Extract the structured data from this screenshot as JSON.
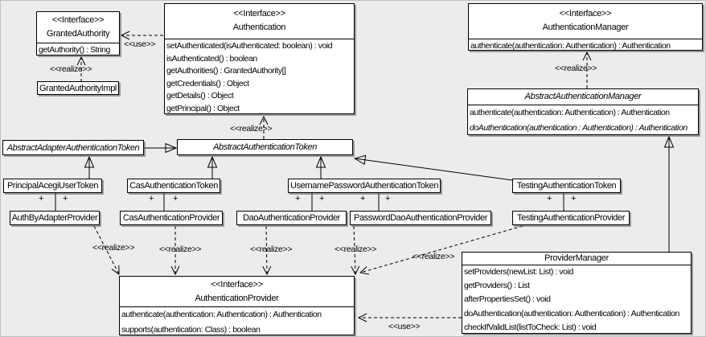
{
  "diagram": {
    "bg": "#ececec",
    "box_bg": "#ffffff",
    "line_color": "#000000",
    "labels": {
      "interface_stereotype": "<<Interface>>",
      "realize": "<<realize>>",
      "use": "<<use>>",
      "plus": "+"
    },
    "classes": {
      "granted_authority": {
        "stereotype": "<<Interface>>",
        "name": "GrantedAuthority",
        "methods": [
          "getAuthority() : String"
        ]
      },
      "granted_authority_impl": {
        "name": "GrantedAuthorityImpl"
      },
      "authentication": {
        "stereotype": "<<Interface>>",
        "name": "Authentication",
        "methods": [
          "setAuthenticated(isAuthenticated: boolean) : void",
          "isAuthenticated() : boolean",
          "getAuthorities() : GrantedAuthority[]",
          "getCredentials() : Object",
          "getDetails() : Object",
          "getPrincipal() : Object"
        ]
      },
      "authentication_manager": {
        "stereotype": "<<Interface>>",
        "name": "AuthenticationManager",
        "methods": [
          "authenticate(authentication: Authentication) : Authentication"
        ]
      },
      "abstract_authentication_manager": {
        "name": "AbstractAuthenticationManager",
        "methods": [
          "authenticate(authentication: Authentication) : Authentication",
          "doAuthentication(authentication : Authentication) : Authentication"
        ]
      },
      "abstract_adapter_authentication_token": {
        "name": "AbstractAdapterAuthenticationToken"
      },
      "abstract_authentication_token": {
        "name": "AbstractAuthenticationToken"
      },
      "principal_acegi_user_token": {
        "name": "PrincipalAcegiUserToken"
      },
      "cas_authentication_token": {
        "name": "CasAuthenticationToken"
      },
      "username_password_authentication_token": {
        "name": "UsernamePasswordAuthenticationToken"
      },
      "testing_authentication_token": {
        "name": "TestingAuthenticationToken"
      },
      "auth_by_adapter_provider": {
        "name": "AuthByAdapterProvider"
      },
      "cas_authentication_provider": {
        "name": "CasAuthenticationProvider"
      },
      "dao_authentication_provider": {
        "name": "DaoAuthenticationProvider"
      },
      "password_dao_authentication_provider": {
        "name": "PasswordDaoAuthenticationProvider"
      },
      "testing_authentication_provider": {
        "name": "TestingAuthenticationProvider"
      },
      "authentication_provider": {
        "stereotype": "<<Interface>>",
        "name": "AuthenticationProvider",
        "methods": [
          "authenticate(authentication: Authentication) : Authentication",
          "supports(authentication: Class) : boolean"
        ]
      },
      "provider_manager": {
        "name": "ProviderManager",
        "methods": [
          "setProviders(newList: List) : void",
          "getProviders() : List",
          "afterPropertiesSet() : void",
          "doAuthentication(authentication: Authentication) : Authentication",
          "checkIfValidList(listToCheck: List) : void"
        ]
      }
    }
  }
}
